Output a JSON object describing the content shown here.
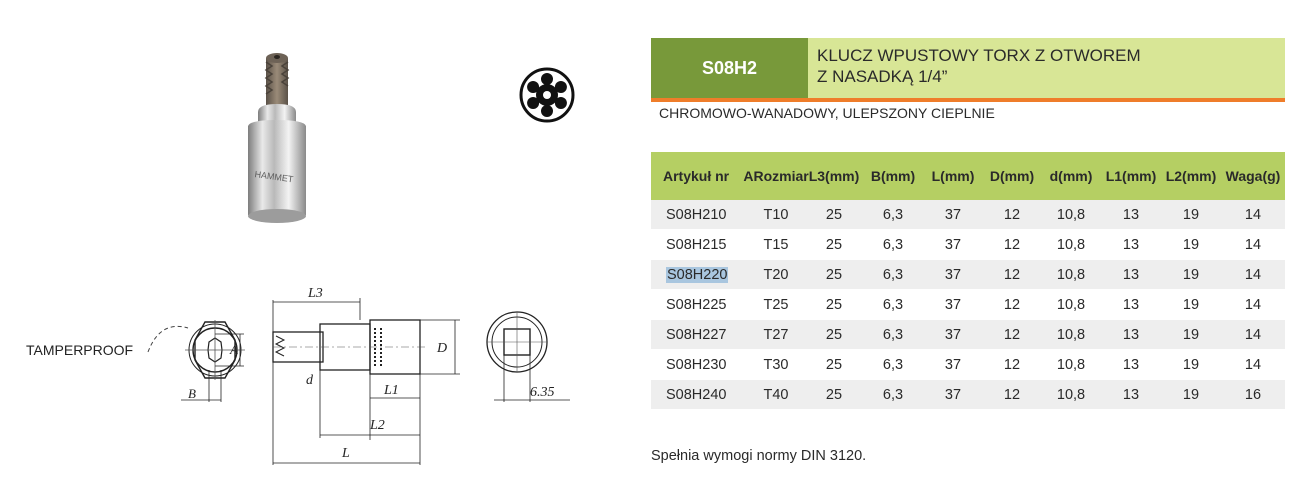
{
  "product": {
    "code": "S08H2",
    "title_line1": "KLUCZ WPUSTOWY TORX Z OTWOREM",
    "title_line2": "Z NASADKĄ 1/4”",
    "material": "CHROMOWO-WANADOWY, ULEPSZONY CIEPLNIE"
  },
  "drawing": {
    "tamperproof": "TAMPERPROOF",
    "dim_a": "A",
    "dim_b": "B",
    "dim_l3": "L3",
    "dim_d_upper": "D",
    "dim_d_lower": "d",
    "dim_l1": "L1",
    "dim_l2": "L2",
    "dim_l": "L",
    "dim_square": "6.35"
  },
  "table": {
    "headers": [
      [
        "Artykuł nr",
        ""
      ],
      [
        "A",
        "Rozmiar"
      ],
      [
        "L3",
        "(mm)"
      ],
      [
        "B",
        "(mm)"
      ],
      [
        "L",
        "(mm)"
      ],
      [
        "D",
        "(mm)"
      ],
      [
        "d",
        "(mm)"
      ],
      [
        "L1",
        "(mm)"
      ],
      [
        "L2",
        "(mm)"
      ],
      [
        "Waga",
        "(g)"
      ]
    ],
    "rows": [
      [
        "S08H210",
        "T10",
        "25",
        "6,3",
        "37",
        "12",
        "10,8",
        "13",
        "19",
        "14"
      ],
      [
        "S08H215",
        "T15",
        "25",
        "6,3",
        "37",
        "12",
        "10,8",
        "13",
        "19",
        "14"
      ],
      [
        "S08H220",
        "T20",
        "25",
        "6,3",
        "37",
        "12",
        "10,8",
        "13",
        "19",
        "14"
      ],
      [
        "S08H225",
        "T25",
        "25",
        "6,3",
        "37",
        "12",
        "10,8",
        "13",
        "19",
        "14"
      ],
      [
        "S08H227",
        "T27",
        "25",
        "6,3",
        "37",
        "12",
        "10,8",
        "13",
        "19",
        "14"
      ],
      [
        "S08H230",
        "T30",
        "25",
        "6,3",
        "37",
        "12",
        "10,8",
        "13",
        "19",
        "14"
      ],
      [
        "S08H240",
        "T40",
        "25",
        "6,3",
        "37",
        "12",
        "10,8",
        "13",
        "19",
        "16"
      ]
    ],
    "selected_row": 2
  },
  "note": "Spełnia wymogi normy DIN 3120.",
  "colors": {
    "code_bg": "#78993a",
    "title_bg": "#d8e696",
    "rule": "#ef7d2a",
    "table_header_bg": "#b5cf63",
    "row_shade": "#eeeeee",
    "selection": "#a9c6df"
  },
  "icons": [
    "torx-bit-photo",
    "torx-star-icon",
    "technical-drawing"
  ]
}
